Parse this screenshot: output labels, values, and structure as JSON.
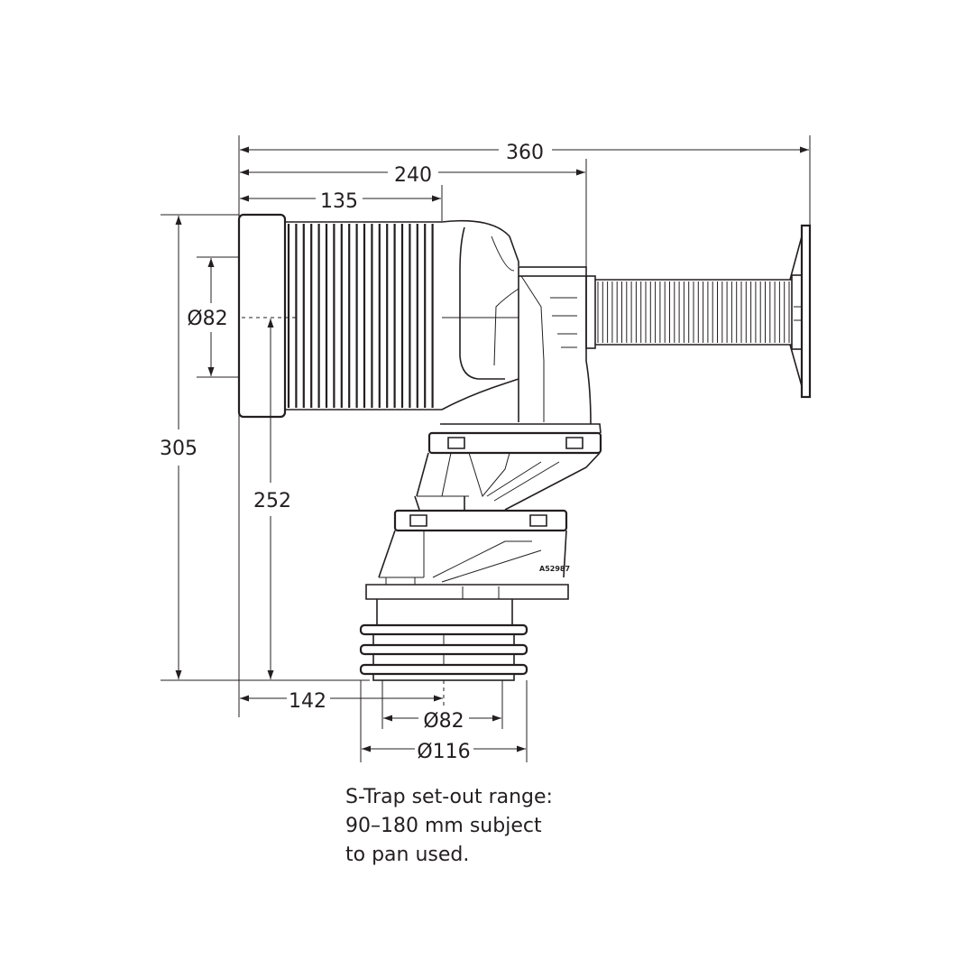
{
  "dimensions": {
    "overall_width": "360",
    "to_wall_flange": "240",
    "to_bellows_end": "135",
    "inlet_diameter": "Ø82",
    "overall_height": "305",
    "inlet_center_height": "252",
    "outlet_offset": "142",
    "outlet_inner_diameter": "Ø82",
    "outlet_outer_diameter": "Ø116"
  },
  "part_code": "A52987",
  "note": {
    "lines": [
      "S-Trap set-out range:",
      "90–180 mm subject",
      "to pan used."
    ]
  }
}
